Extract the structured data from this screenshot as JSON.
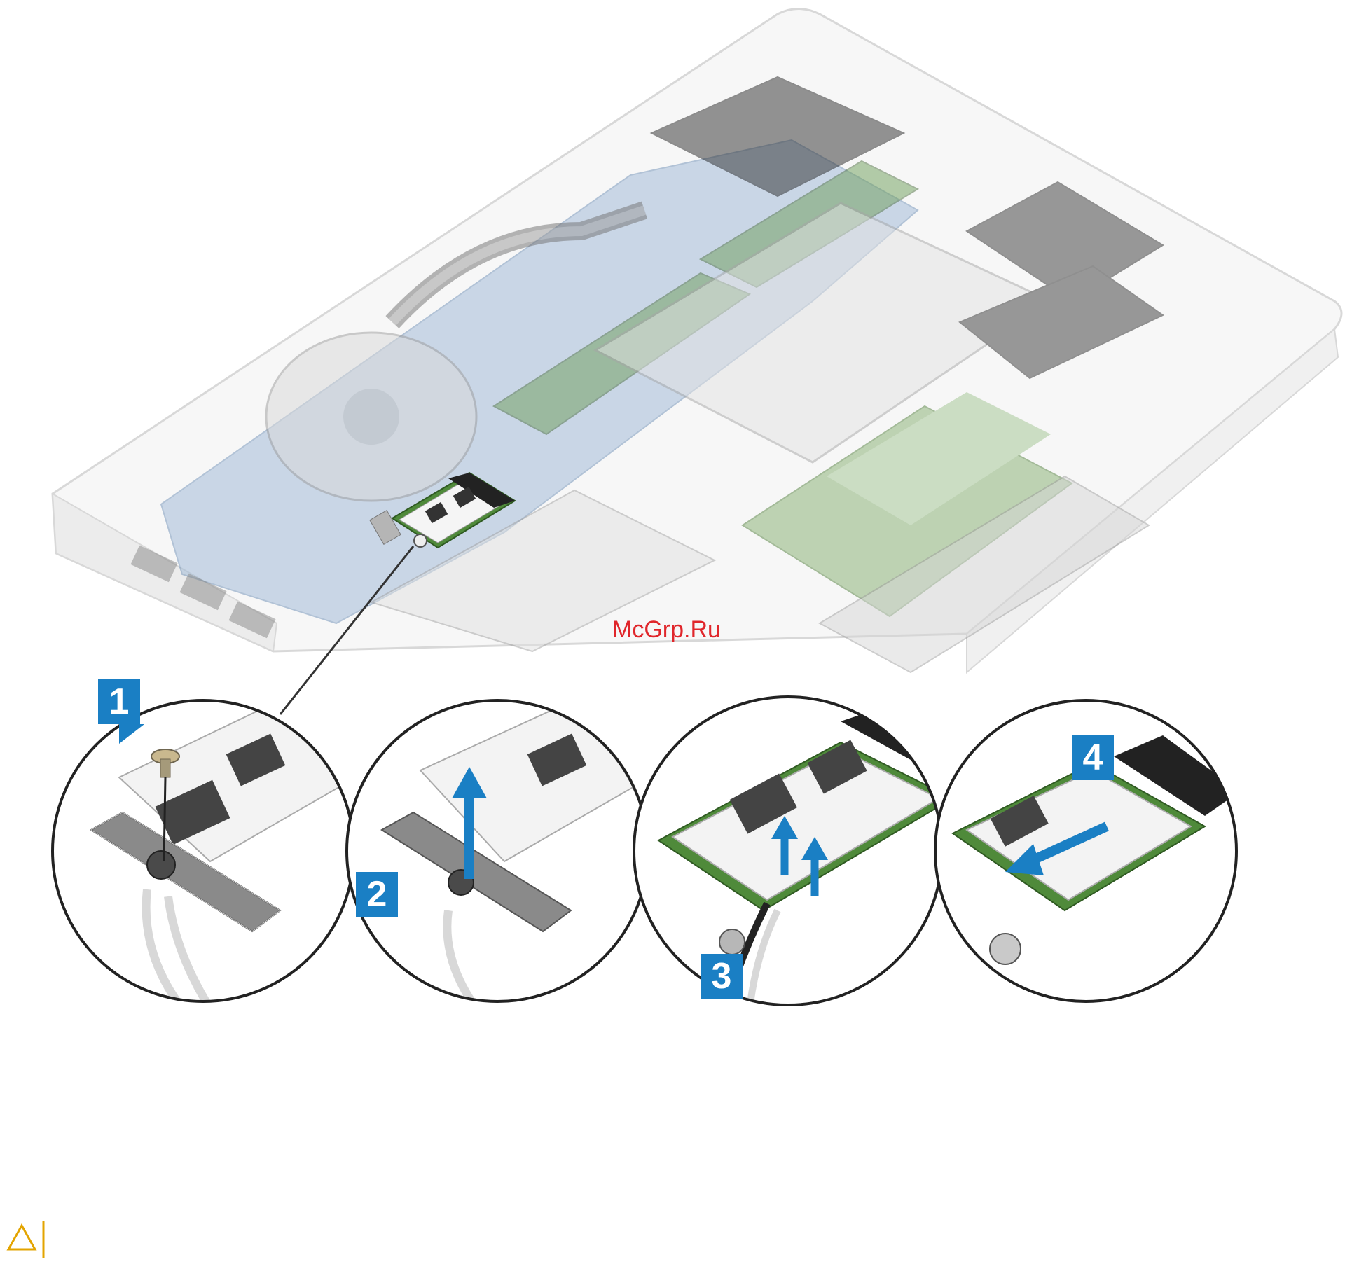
{
  "watermark": "McGrp.Ru",
  "steps": [
    "1",
    "2",
    "3",
    "4"
  ],
  "colors": {
    "step_badge": "#1a7fc4",
    "arrow": "#1a7fc4",
    "watermark": "#e0262b",
    "caution_icon": "#e3a400",
    "wlan_card_pcb": "#4f8a3a",
    "chassis": "#ececec"
  },
  "icons": [
    "caution-icon",
    "screw-icon",
    "arrow-up-icon",
    "arrow-left-icon"
  ]
}
